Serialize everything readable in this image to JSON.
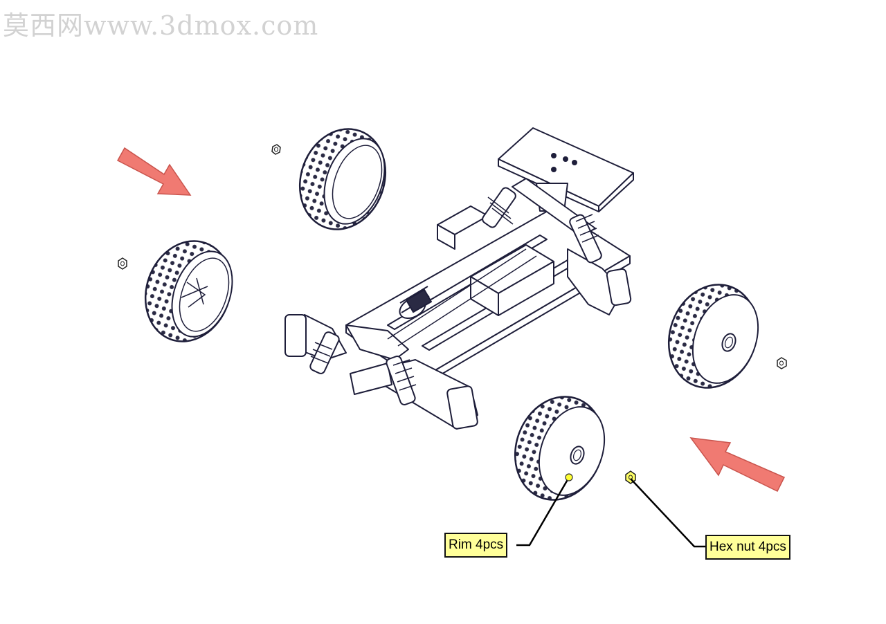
{
  "watermark": {
    "text": "莫西网www.3dmox.com"
  },
  "callouts": {
    "rim": "Rim 4pcs",
    "hex_nut": "Hex nut 4pcs"
  },
  "colors": {
    "callout_fill": "#ffff99",
    "pointer_dot": "#ffff33",
    "arrow_fill": "#f07a72",
    "line_art": "#1e1e3a"
  }
}
